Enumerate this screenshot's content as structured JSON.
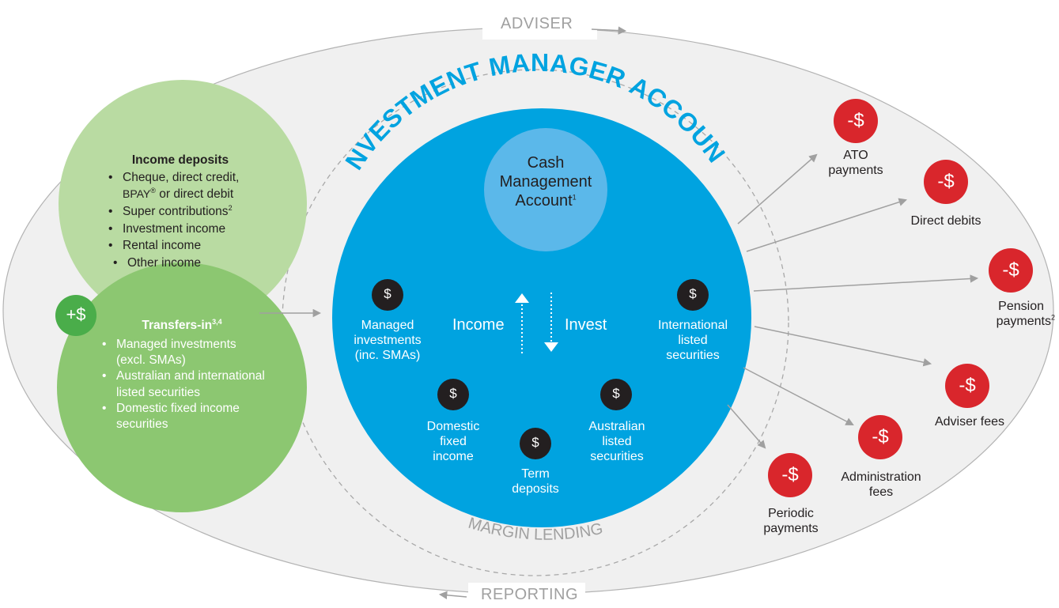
{
  "outer_labels": {
    "top": "ADVISER",
    "bottom": "REPORTING",
    "inner_bottom": "MARGIN LENDING"
  },
  "center": {
    "title": "INVESTMENT MANAGER ACCOUNT",
    "cma_line1": "Cash",
    "cma_line2": "Management",
    "cma_line3": "Account",
    "cma_sup": "1",
    "income": "Income",
    "invest": "Invest",
    "dollar_icon": "$",
    "assets": {
      "managed_1": "Managed",
      "managed_2": "investments",
      "managed_3": "(inc. SMAs)",
      "international_1": "International",
      "international_2": "listed",
      "international_3": "securities",
      "domestic_1": "Domestic",
      "domestic_2": "fixed",
      "domestic_3": "income",
      "term_1": "Term",
      "term_2": "deposits",
      "australian_1": "Australian",
      "australian_2": "listed",
      "australian_3": "securities"
    }
  },
  "income_deposits": {
    "heading": "Income deposits",
    "item1_a": "Cheque, direct credit,",
    "item1_b_bpay": "BPAY",
    "item1_b_reg": "®",
    "item1_b_rest": " or direct debit",
    "item2": "Super contributions",
    "item2_sup": "2",
    "item3": "Investment income",
    "item4": "Rental income",
    "item5": "Other income"
  },
  "transfers_in": {
    "heading": "Transfers-in",
    "heading_sup": "3,4",
    "item1_a": "Managed investments",
    "item1_b": "(excl. SMAs)",
    "item2_a": "Australian and international",
    "item2_b": "listed securities",
    "item3_a": "Domestic fixed income",
    "item3_b": "securities"
  },
  "plus_icon": "+$",
  "minus_icon": "-$",
  "outflows": {
    "ato_1": "ATO",
    "ato_2": "payments",
    "direct_debits": "Direct debits",
    "pension_1": "Pension",
    "pension_2": "payments",
    "pension_sup": "2",
    "adviser_fees": "Adviser fees",
    "admin_1": "Administration",
    "admin_2": "fees",
    "periodic_1": "Periodic",
    "periodic_2": "payments"
  },
  "colors": {
    "outer_ellipse": "#f0f0f0",
    "main_circle": "#00a3e0",
    "cma_circle": "#5bb8ea",
    "income_circle": "#b9dba2",
    "transfers_circle": "#8cc771",
    "plus_circle": "#4aad4a",
    "minus_circle": "#d9262c",
    "dark_icon": "#231f20"
  }
}
